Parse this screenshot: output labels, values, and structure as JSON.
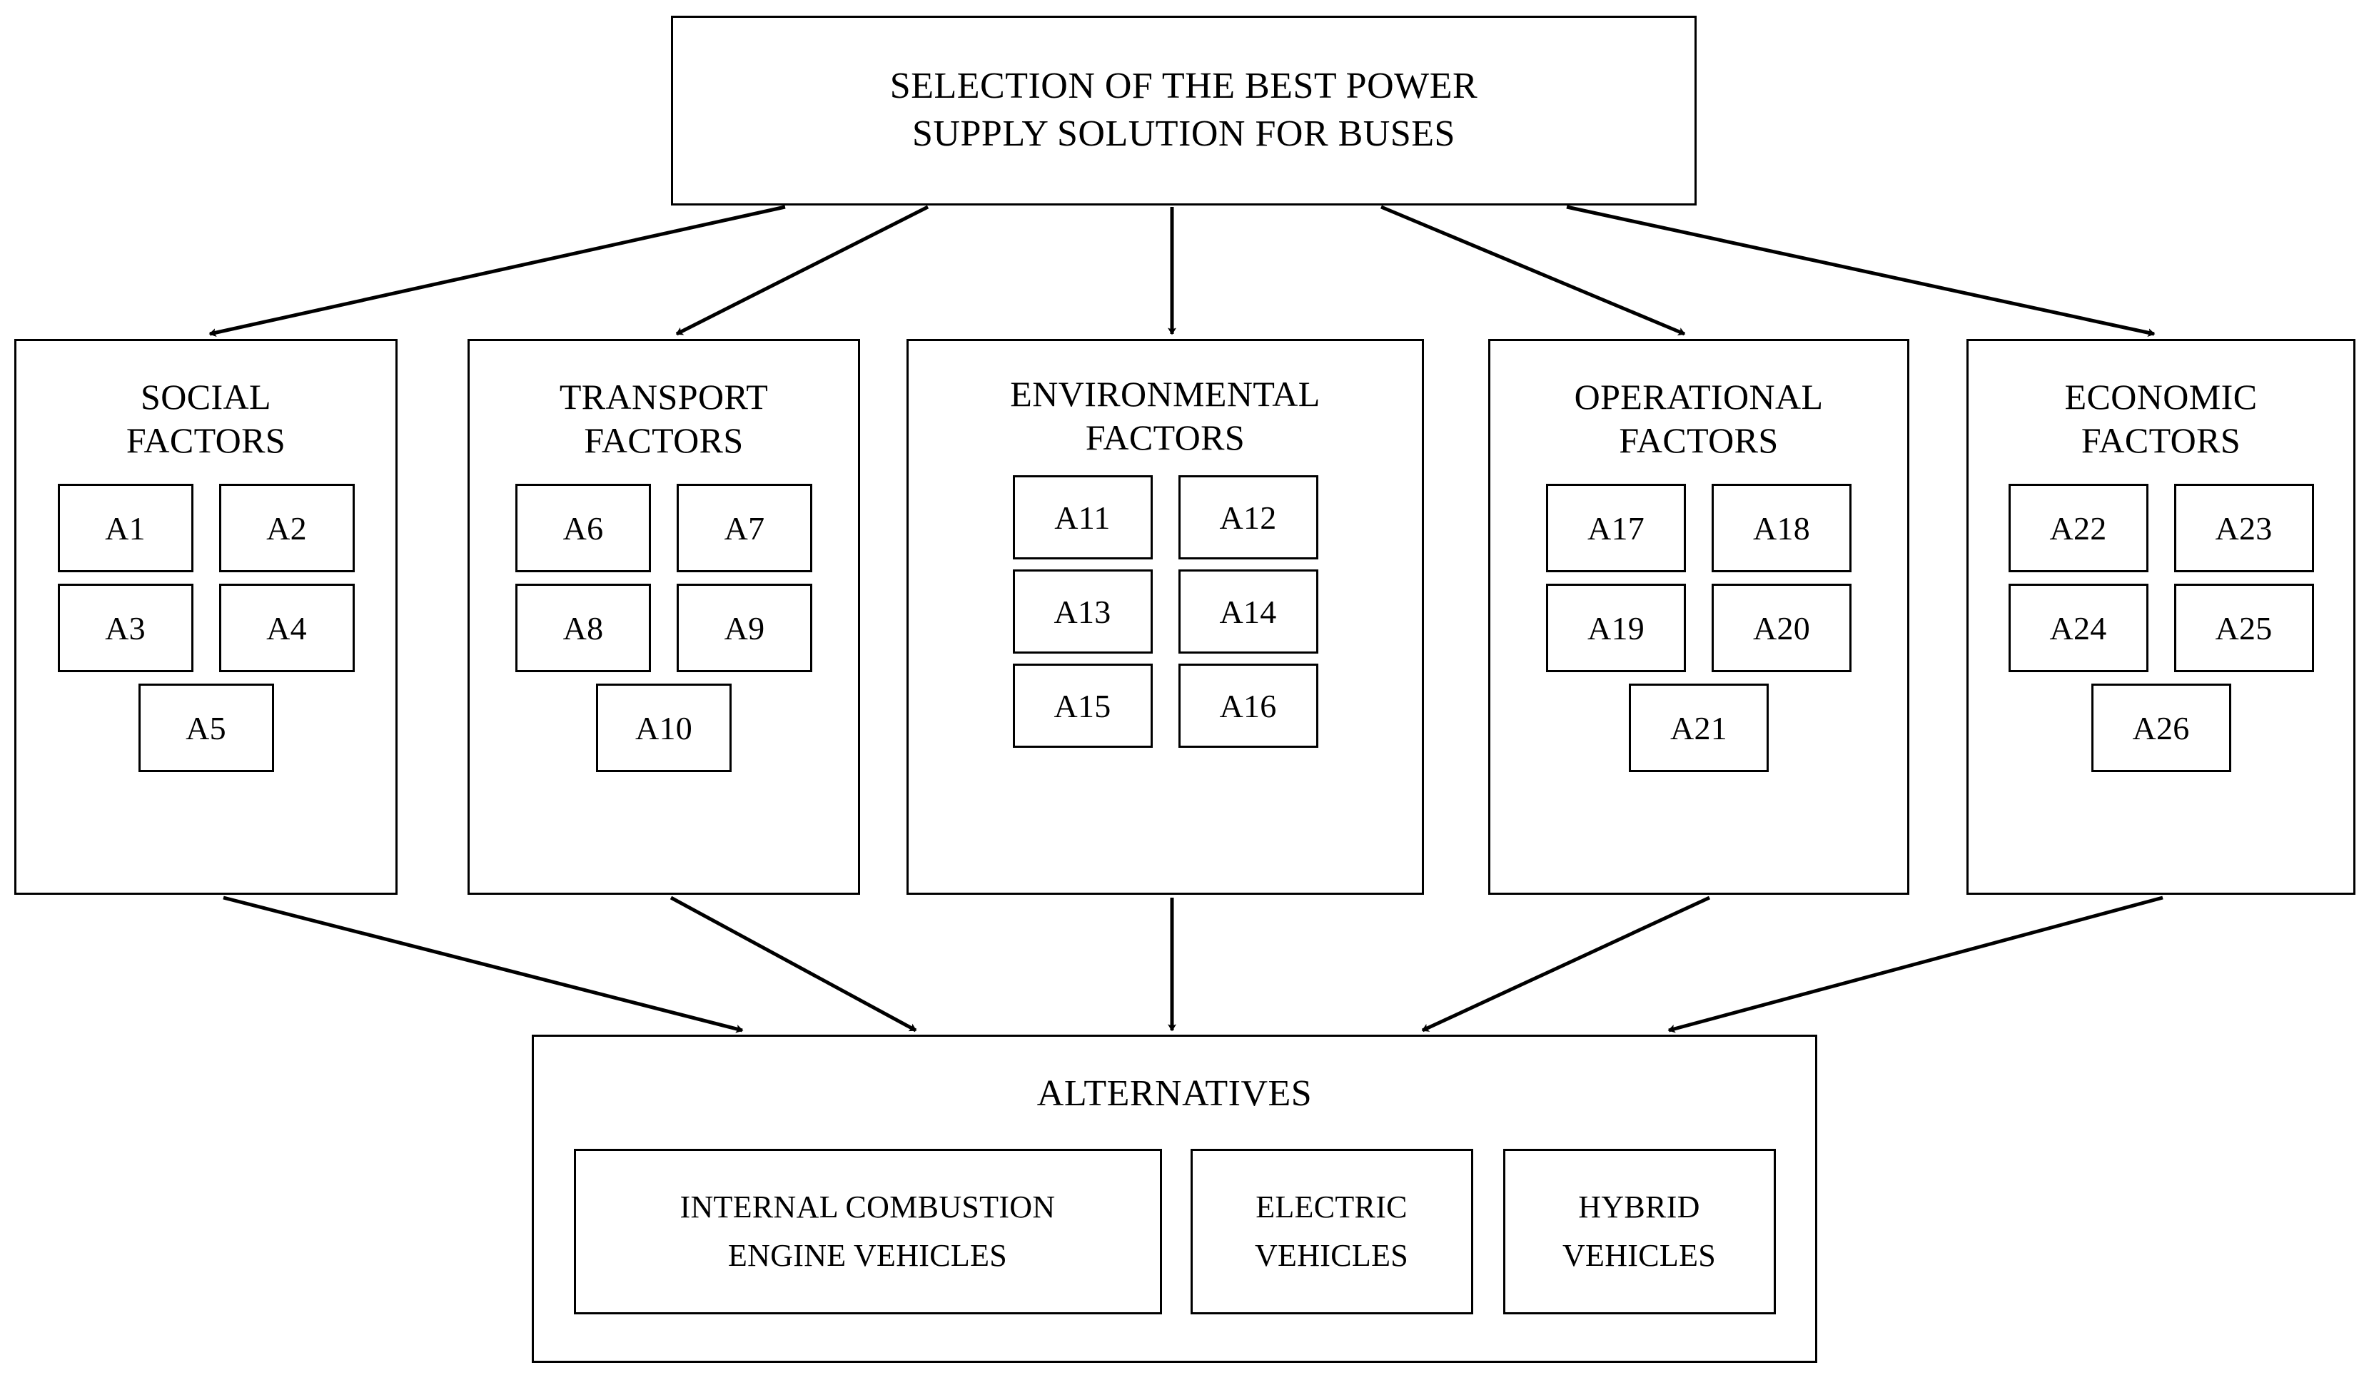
{
  "diagram": {
    "type": "hierarchy-tree",
    "goal": {
      "label": "SELECTION OF THE BEST POWER\nSUPPLY SOLUTION FOR BUSES"
    },
    "criteria": [
      {
        "id": "social",
        "title": "SOCIAL\nFACTORS",
        "rows": [
          [
            "A1",
            "A2"
          ],
          [
            "A3",
            "A4"
          ],
          [
            "A5"
          ]
        ]
      },
      {
        "id": "transport",
        "title": "TRANSPORT\nFACTORS",
        "rows": [
          [
            "A6",
            "A7"
          ],
          [
            "A8",
            "A9"
          ],
          [
            "A10"
          ]
        ]
      },
      {
        "id": "environmental",
        "title": "ENVIRONMENTAL\nFACTORS",
        "rows": [
          [
            "A11",
            "A12"
          ],
          [
            "A13",
            "A14"
          ],
          [
            "A15",
            "A16"
          ]
        ]
      },
      {
        "id": "operational",
        "title": "OPERATIONAL\nFACTORS",
        "rows": [
          [
            "A17",
            "A18"
          ],
          [
            "A19",
            "A20"
          ],
          [
            "A21"
          ]
        ]
      },
      {
        "id": "economic",
        "title": "ECONOMIC\nFACTORS",
        "rows": [
          [
            "A22",
            "A23"
          ],
          [
            "A24",
            "A25"
          ],
          [
            "A26"
          ]
        ]
      }
    ],
    "alternatives": {
      "title": "ALTERNATIVES",
      "options": [
        "INTERNAL COMBUSTION\nENGINE VEHICLES",
        "ELECTRIC\nVEHICLES",
        "HYBRID\nVEHICLES"
      ]
    },
    "colors": {
      "stroke": "#000000",
      "fill": "#ffffff",
      "text": "#000000"
    }
  }
}
